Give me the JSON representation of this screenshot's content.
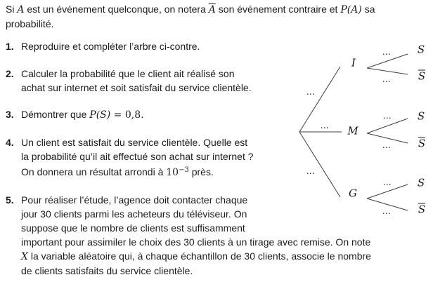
{
  "colors": {
    "background": "#ffffff",
    "text": "#1c1c1c",
    "tree_line": "#3d3d3d"
  },
  "intro": {
    "p0": "Si ",
    "m1": "A",
    "p1": " est un événement quelconque, on notera ",
    "m2": "A",
    "p2": " son événement contraire et ",
    "m3": "P(A)",
    "p3": " sa",
    "line2": "probabilité."
  },
  "item1": {
    "num": "1.",
    "line1": "Reproduire et compléter l’arbre ci-contre."
  },
  "item2": {
    "num": "2.",
    "line1": "Calculer la probabilité que le client ait réalisé son",
    "line2": "achat sur internet et soit satisfait du service clientèle."
  },
  "item3": {
    "num": "3.",
    "p0": "Démontrer que ",
    "m": "P(S)",
    "p1": " = 0,8."
  },
  "item4": {
    "num": "4.",
    "line1": "Un client est satisfait du service clientèle. Quelle est",
    "line2": "la probabilité qu’il ait effectué son achat sur internet ?",
    "line3_p0": "On donnera un résultat arrondi à ",
    "line3_base": "10",
    "line3_sup": "−3",
    "line3_p1": " près."
  },
  "item5": {
    "num": "5.",
    "line1": "Pour réaliser l’étude, l’agence doit contacter chaque",
    "line2": "jour 30 clients parmi les acheteurs du téléviseur. On",
    "line3": "suppose que le nombre de clients est suffisamment",
    "line4": "important pour assimiler le choix des 30 clients à un tirage avec remise. On note",
    "line5_m": "X",
    "line5_p": " la variable aléatoire qui, à chaque échantillon de 30 clients, associe le nombre",
    "line6": "de clients satisfaits du service clientèle."
  },
  "tree": {
    "dots": "…",
    "node_i": "I",
    "node_m": "M",
    "node_g": "G",
    "leaf_s": "S",
    "leaf_s_bar": "S"
  }
}
